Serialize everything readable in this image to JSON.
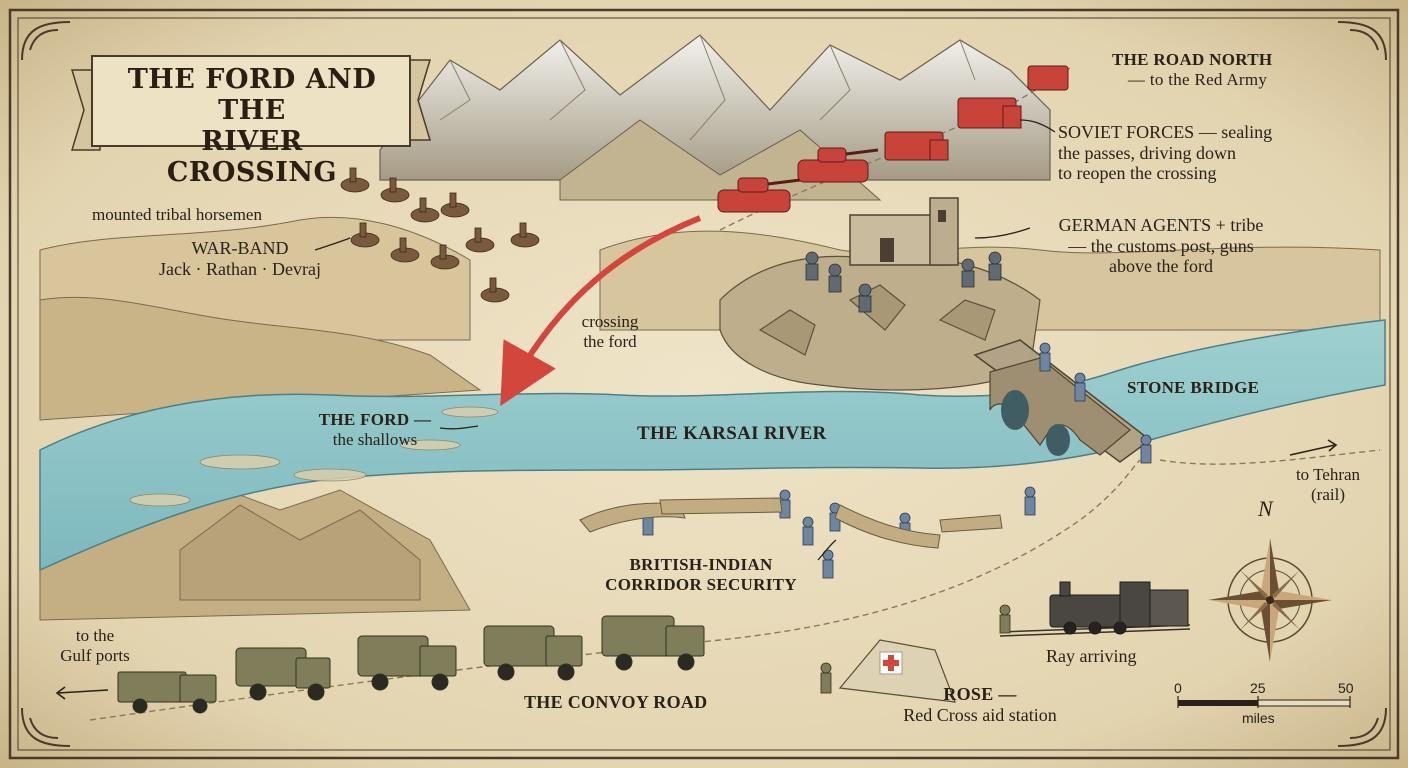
{
  "title": {
    "line1": "THE FORD AND THE",
    "line2": "RIVER CROSSING"
  },
  "labels": {
    "road_north": {
      "line1": "THE ROAD NORTH",
      "line2": "— to the Red Army"
    },
    "soviet_forces": {
      "line1": "SOVIET FORCES — sealing",
      "line2": "the passes, driving down",
      "line3": "to reopen the crossing"
    },
    "horsemen": "mounted tribal horsemen",
    "war_band": {
      "line1": "WAR-BAND",
      "line2": "Jack · Rathan · Devraj"
    },
    "german_agents": {
      "line1": "GERMAN AGENTS + tribe",
      "line2": "— the customs post, guns",
      "line3": "above the ford"
    },
    "crossing": {
      "line1": "crossing",
      "line2": "the ford"
    },
    "the_ford": {
      "line1": "THE FORD —",
      "line2": "the shallows"
    },
    "river": "THE KARSAI RIVER",
    "stone_bridge": "STONE BRIDGE",
    "tehran": {
      "line1": "to Tehran",
      "line2": "(rail)"
    },
    "british_indian": {
      "line1": "BRITISH-INDIAN",
      "line2": "CORRIDOR SECURITY"
    },
    "gulf_ports": {
      "line1": "to the",
      "line2": "Gulf ports"
    },
    "convoy_road": "THE CONVOY ROAD",
    "ray_arriving": "Ray arriving",
    "rose": {
      "line1": "ROSE —",
      "line2": "Red Cross aid station"
    }
  },
  "compass": {
    "north": "N",
    "icon": "compass-rose-icon"
  },
  "scale": {
    "ticks": [
      "0",
      "25",
      "50"
    ],
    "unit": "miles"
  },
  "colors": {
    "parchment": "#e8dcbf",
    "river": "#8fc6c9",
    "soviet_red": "#c8443a",
    "british_blue": "#6e86a2",
    "convoy_olive": "#7f7d5a",
    "ink": "#2a2118"
  }
}
